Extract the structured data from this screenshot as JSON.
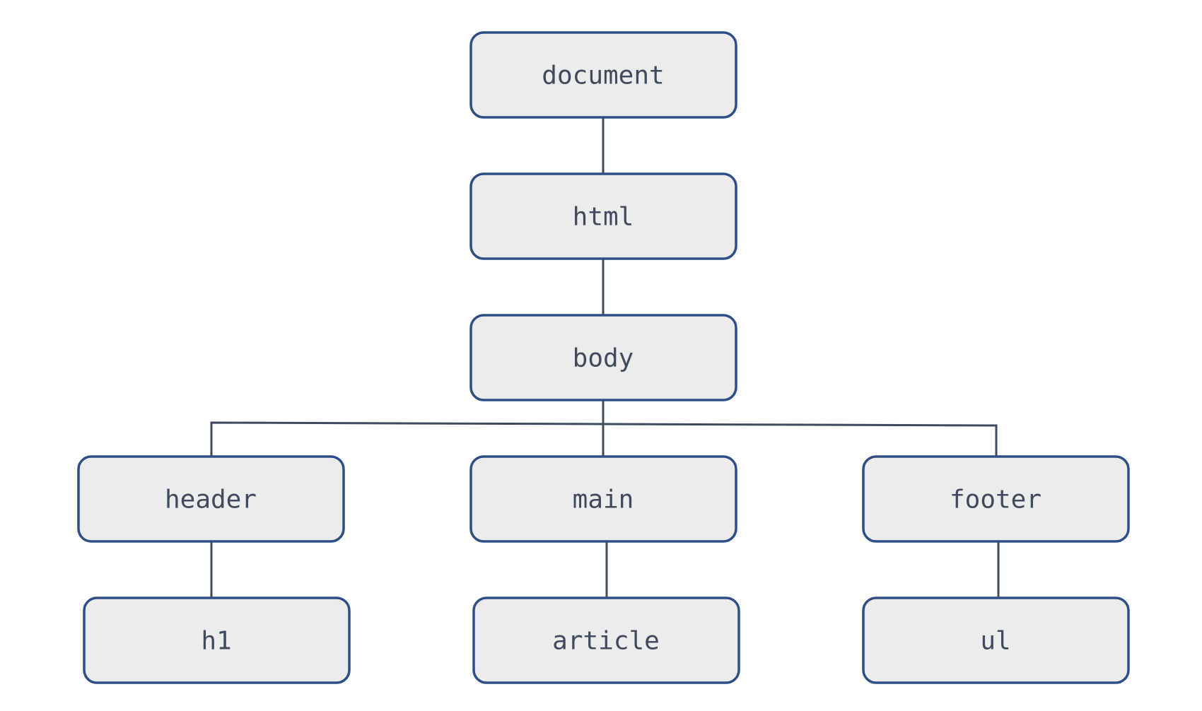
{
  "diagram": {
    "type": "tree",
    "nodes": {
      "document": {
        "label": "document"
      },
      "html": {
        "label": "html"
      },
      "body": {
        "label": "body"
      },
      "header": {
        "label": "header"
      },
      "main": {
        "label": "main"
      },
      "footer": {
        "label": "footer"
      },
      "h1": {
        "label": "h1"
      },
      "article": {
        "label": "article"
      },
      "ul": {
        "label": "ul"
      }
    },
    "edges": [
      {
        "from": "document",
        "to": "html"
      },
      {
        "from": "html",
        "to": "body"
      },
      {
        "from": "body",
        "to": "header"
      },
      {
        "from": "body",
        "to": "main"
      },
      {
        "from": "body",
        "to": "footer"
      },
      {
        "from": "header",
        "to": "h1"
      },
      {
        "from": "main",
        "to": "article"
      },
      {
        "from": "footer",
        "to": "ul"
      }
    ],
    "colors": {
      "node_fill": "#ececec",
      "node_border": "#2f4e88",
      "connector": "#3f4a5c",
      "label": "#3f4a5c"
    }
  }
}
